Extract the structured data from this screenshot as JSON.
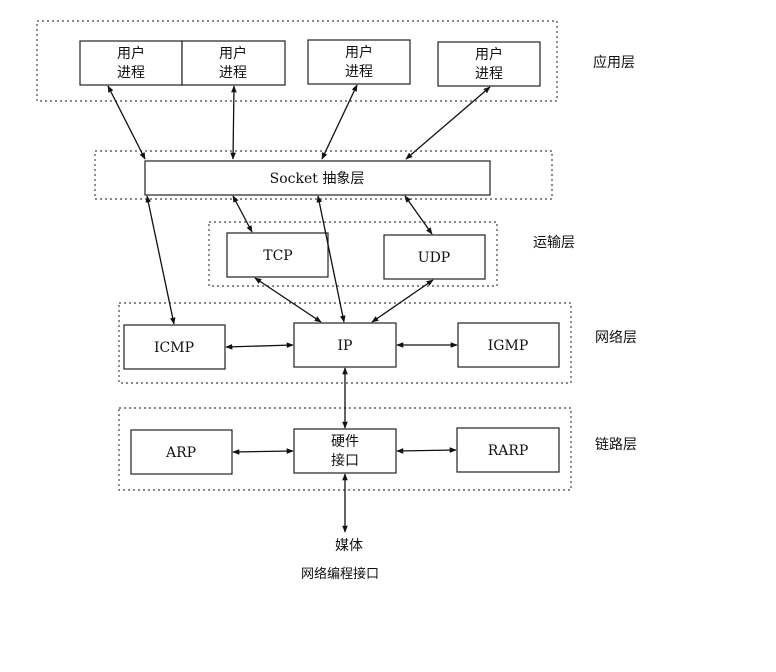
{
  "layers": {
    "application": "应用层",
    "transport": "运输层",
    "network": "网络层",
    "link": "链路层"
  },
  "processes": [
    {
      "line1": "用户",
      "line2": "进程"
    },
    {
      "line1": "用户",
      "line2": "进程"
    },
    {
      "line1": "用户",
      "line2": "进程"
    },
    {
      "line1": "用户",
      "line2": "进程"
    }
  ],
  "socket": "Socket 抽象层",
  "tcp": "TCP",
  "udp": "UDP",
  "icmp": "ICMP",
  "ip": "IP",
  "igmp": "IGMP",
  "arp": "ARP",
  "hw": {
    "line1": "硬件",
    "line2": "接口"
  },
  "rarp": "RARP",
  "media": "媒体",
  "caption": "网络编程接口"
}
